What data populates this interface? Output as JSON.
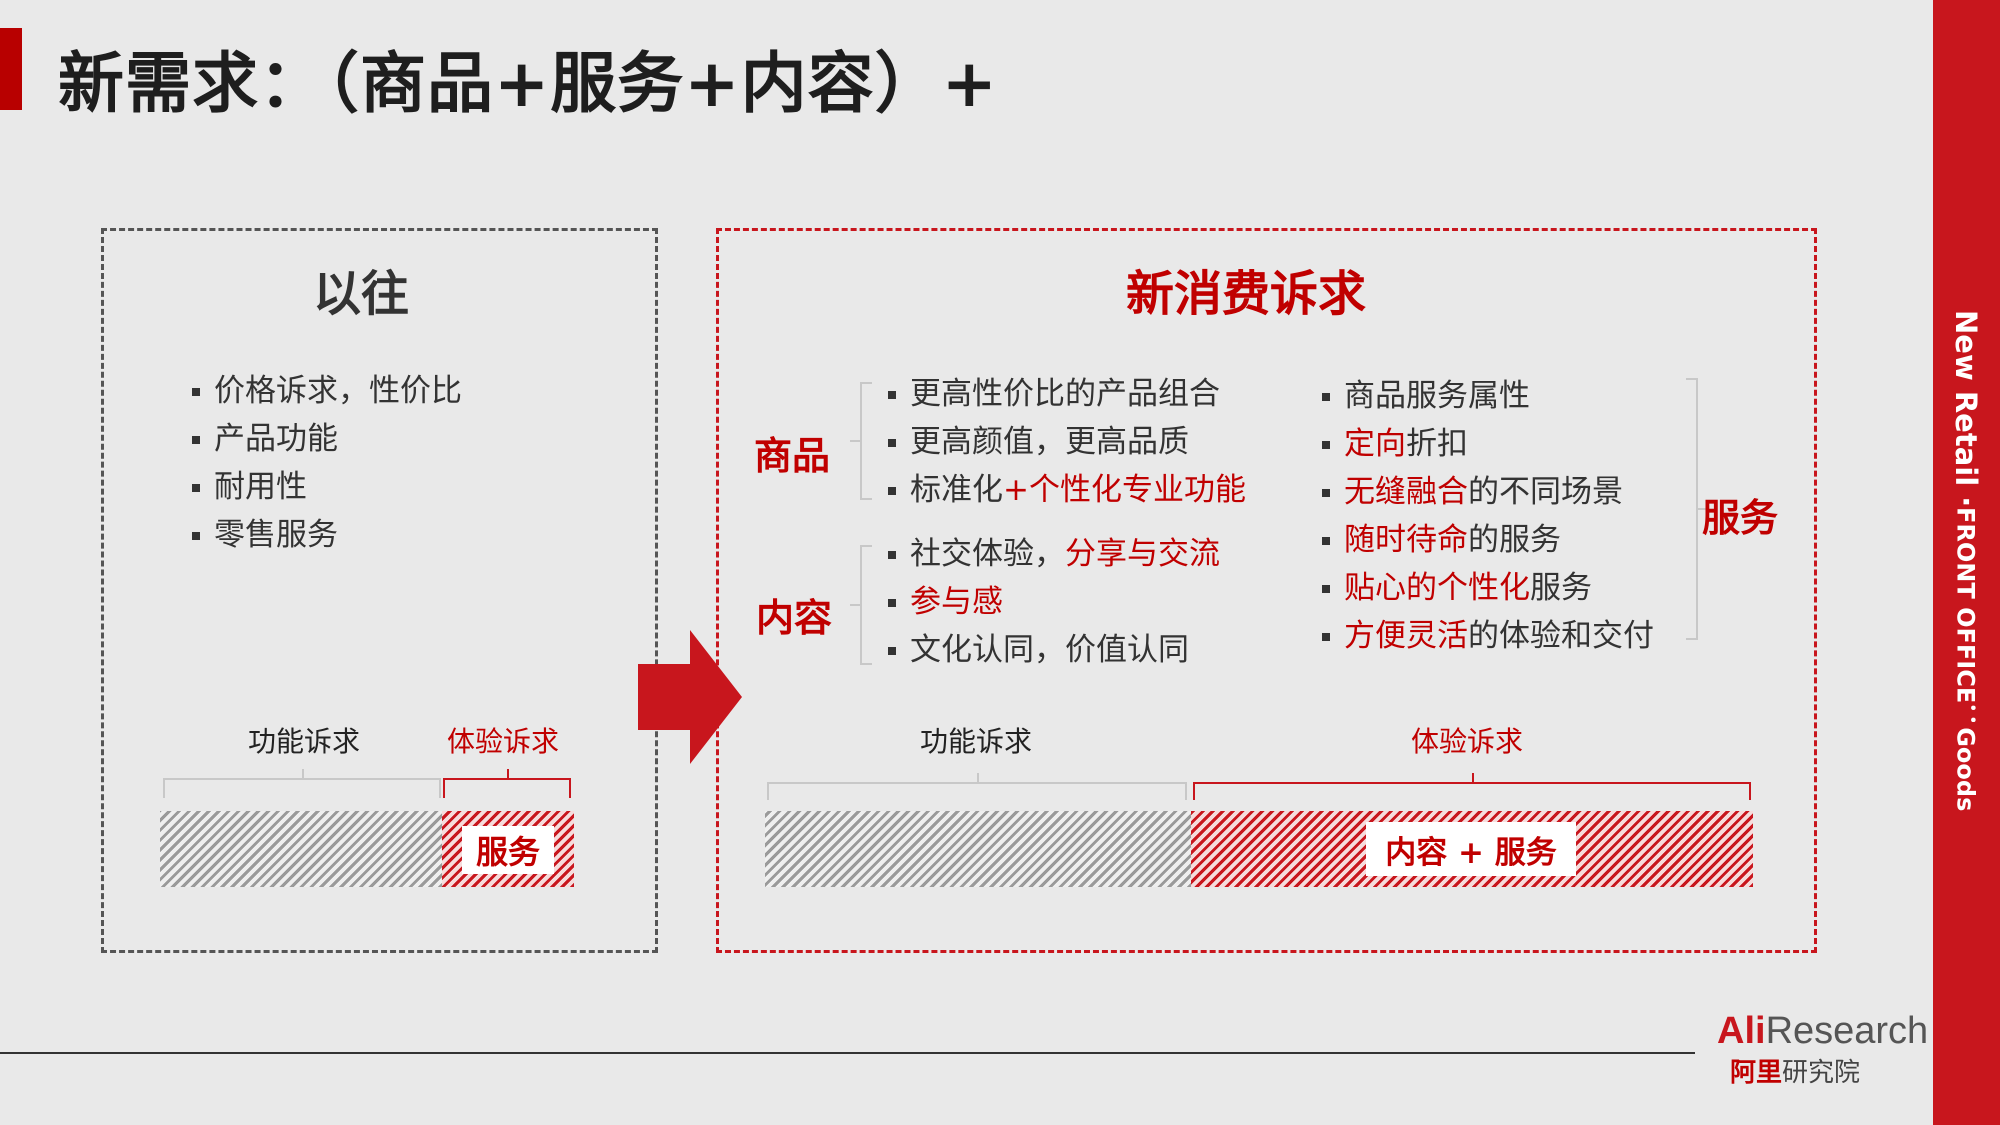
{
  "title": "新需求：（商品+服务+内容）+",
  "ribbon": {
    "main": "New Retail · ",
    "sub": "FRONT OFFICE：Goods"
  },
  "past": {
    "title": "以往",
    "items": [
      "价格诉求，性价比",
      "产品功能",
      "耐用性",
      "零售服务"
    ],
    "functional_label": "功能诉求",
    "experience_label": "体验诉求",
    "bar_label": "服务"
  },
  "new": {
    "title": "新消费诉求",
    "goods_label": "商品",
    "goods_items": [
      "更高性价比的产品组合",
      "更高颜值，更高品质",
      {
        "plain": "标准化",
        "red": "+个性化专业功能"
      }
    ],
    "content_label": "内容",
    "content_items": [
      {
        "plain": "社交体验，",
        "red": "分享与交流"
      },
      {
        "red": "参与感"
      },
      "文化认同，价值认同"
    ],
    "service_label": "服务",
    "service_items": [
      "商品服务属性",
      {
        "red": "定向",
        "plain": "折扣"
      },
      {
        "red": "无缝融合",
        "plain": "的不同场景"
      },
      {
        "red": "随时待命",
        "plain": "的服务"
      },
      {
        "red": "贴心的个性化",
        "plain": "服务"
      },
      {
        "red": "方便灵活",
        "plain": "的体验和交付"
      }
    ],
    "functional_label": "功能诉求",
    "experience_label": "体验诉求",
    "bar_label": "内容 + 服务"
  },
  "logo": {
    "ali": "Ali",
    "research": "Research",
    "cn_red": "阿里",
    "cn_rest": "研究院"
  },
  "colors": {
    "accent": "#c8161d",
    "background": "#e9e9e9",
    "text": "#333333"
  }
}
